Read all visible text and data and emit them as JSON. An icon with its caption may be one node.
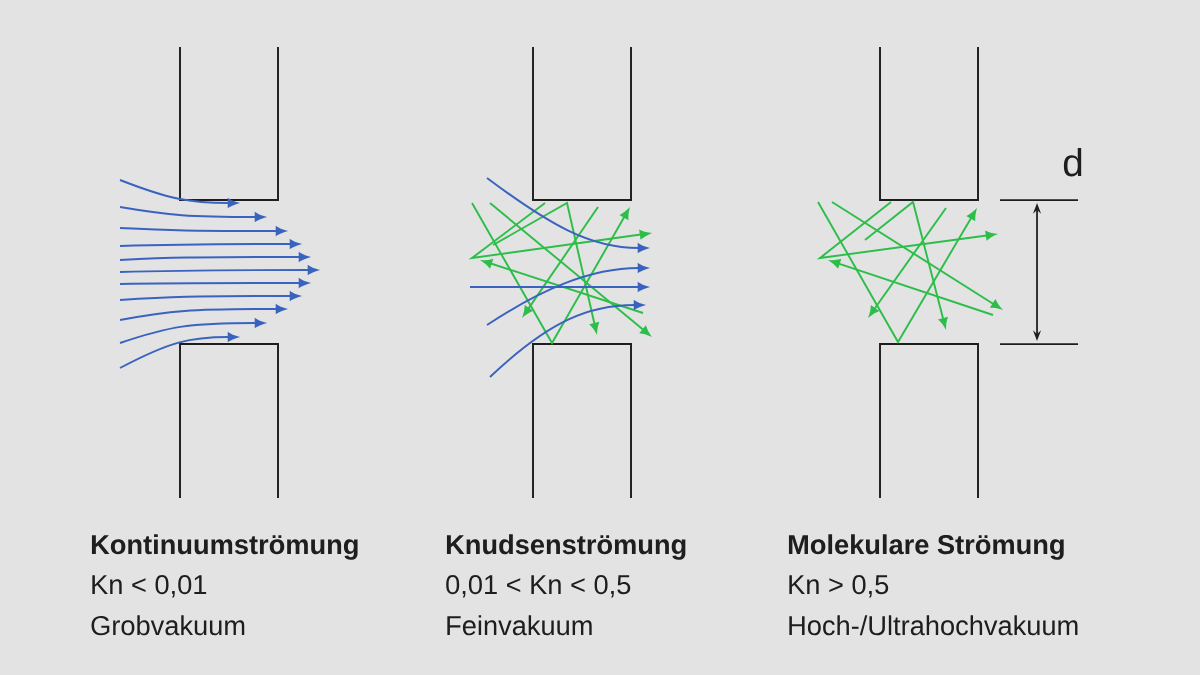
{
  "diagram": {
    "labels": [
      "d",
      "Kontinuumströmung",
      "Kn < 0,01",
      "Grobvakuum",
      "Knudsenströmung",
      "0,01 < Kn < 0,5",
      "Feinvakuum",
      "Molekulare Strömung",
      "Kn > 0,5",
      "Hoch-/Ultrahochvakuum"
    ]
  }
}
